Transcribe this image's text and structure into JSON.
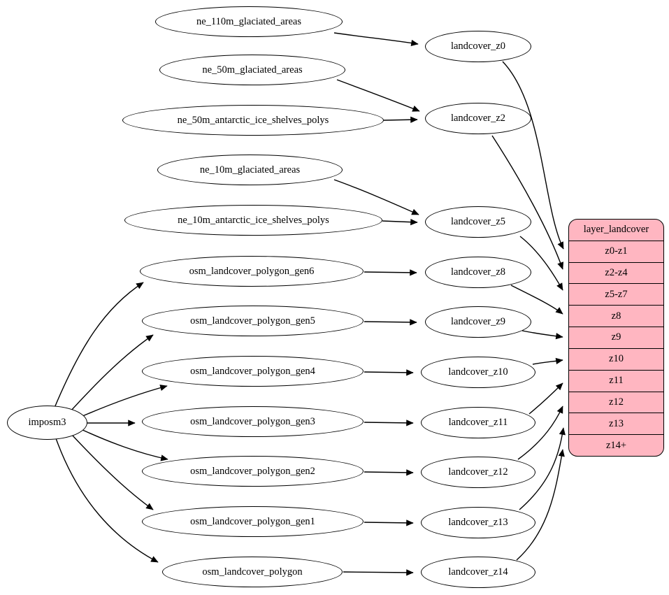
{
  "diagram": {
    "description": "ETL dependency graph for the landcover layer",
    "importer": {
      "label": "imposm3"
    },
    "sources": [
      {
        "label": "ne_110m_glaciated_areas"
      },
      {
        "label": "ne_50m_glaciated_areas"
      },
      {
        "label": "ne_50m_antarctic_ice_shelves_polys"
      },
      {
        "label": "ne_10m_glaciated_areas"
      },
      {
        "label": "ne_10m_antarctic_ice_shelves_polys"
      },
      {
        "label": "osm_landcover_polygon_gen6"
      },
      {
        "label": "osm_landcover_polygon_gen5"
      },
      {
        "label": "osm_landcover_polygon_gen4"
      },
      {
        "label": "osm_landcover_polygon_gen3"
      },
      {
        "label": "osm_landcover_polygon_gen2"
      },
      {
        "label": "osm_landcover_polygon_gen1"
      },
      {
        "label": "osm_landcover_polygon"
      }
    ],
    "generalized": [
      {
        "label": "landcover_z0"
      },
      {
        "label": "landcover_z2"
      },
      {
        "label": "landcover_z5"
      },
      {
        "label": "landcover_z8"
      },
      {
        "label": "landcover_z9"
      },
      {
        "label": "landcover_z10"
      },
      {
        "label": "landcover_z11"
      },
      {
        "label": "landcover_z12"
      },
      {
        "label": "landcover_z13"
      },
      {
        "label": "landcover_z14"
      }
    ],
    "layer_table": {
      "title": "layer_landcover",
      "rows": [
        "z0-z1",
        "z2-z4",
        "z5-z7",
        "z8",
        "z9",
        "z10",
        "z11",
        "z12",
        "z13",
        "z14+"
      ],
      "fill_color": "#ffb6c1",
      "border_color": "#000000"
    },
    "edges": [
      [
        "ne_110m_glaciated_areas",
        "landcover_z0"
      ],
      [
        "ne_50m_glaciated_areas",
        "landcover_z2"
      ],
      [
        "ne_50m_antarctic_ice_shelves_polys",
        "landcover_z2"
      ],
      [
        "ne_10m_glaciated_areas",
        "landcover_z5"
      ],
      [
        "ne_10m_antarctic_ice_shelves_polys",
        "landcover_z5"
      ],
      [
        "osm_landcover_polygon_gen6",
        "landcover_z8"
      ],
      [
        "osm_landcover_polygon_gen5",
        "landcover_z9"
      ],
      [
        "osm_landcover_polygon_gen4",
        "landcover_z10"
      ],
      [
        "osm_landcover_polygon_gen3",
        "landcover_z11"
      ],
      [
        "osm_landcover_polygon_gen2",
        "landcover_z12"
      ],
      [
        "osm_landcover_polygon_gen1",
        "landcover_z13"
      ],
      [
        "osm_landcover_polygon",
        "landcover_z14"
      ],
      [
        "imposm3",
        "osm_landcover_polygon_gen6"
      ],
      [
        "imposm3",
        "osm_landcover_polygon_gen5"
      ],
      [
        "imposm3",
        "osm_landcover_polygon_gen4"
      ],
      [
        "imposm3",
        "osm_landcover_polygon_gen3"
      ],
      [
        "imposm3",
        "osm_landcover_polygon_gen2"
      ],
      [
        "imposm3",
        "osm_landcover_polygon_gen1"
      ],
      [
        "imposm3",
        "osm_landcover_polygon"
      ],
      [
        "landcover_z0",
        "layer_landcover:z0-z1"
      ],
      [
        "landcover_z2",
        "layer_landcover:z2-z4"
      ],
      [
        "landcover_z5",
        "layer_landcover:z5-z7"
      ],
      [
        "landcover_z8",
        "layer_landcover:z8"
      ],
      [
        "landcover_z9",
        "layer_landcover:z9"
      ],
      [
        "landcover_z10",
        "layer_landcover:z10"
      ],
      [
        "landcover_z11",
        "layer_landcover:z11"
      ],
      [
        "landcover_z12",
        "layer_landcover:z12"
      ],
      [
        "landcover_z13",
        "layer_landcover:z13"
      ],
      [
        "landcover_z14",
        "layer_landcover:z14+"
      ]
    ]
  }
}
